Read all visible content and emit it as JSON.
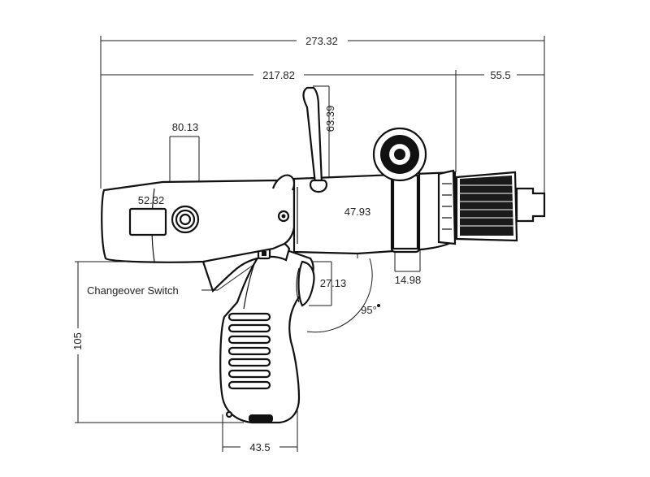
{
  "dimensions": {
    "overall_length": "273.32",
    "body_length": "217.82",
    "nose_length": "55.5",
    "vent_offset": "80.13",
    "clip_height": "63.39",
    "label_width": "52.32",
    "body_height": "47.93",
    "trigger_depth": "27.13",
    "collar_width": "14.98",
    "grip_angle": "95°",
    "grip_height": "105",
    "grip_width": "43.5"
  },
  "labels": {
    "changeover_switch": "Changeover Switch"
  },
  "colors": {
    "line": "#111111",
    "background": "#ffffff"
  }
}
